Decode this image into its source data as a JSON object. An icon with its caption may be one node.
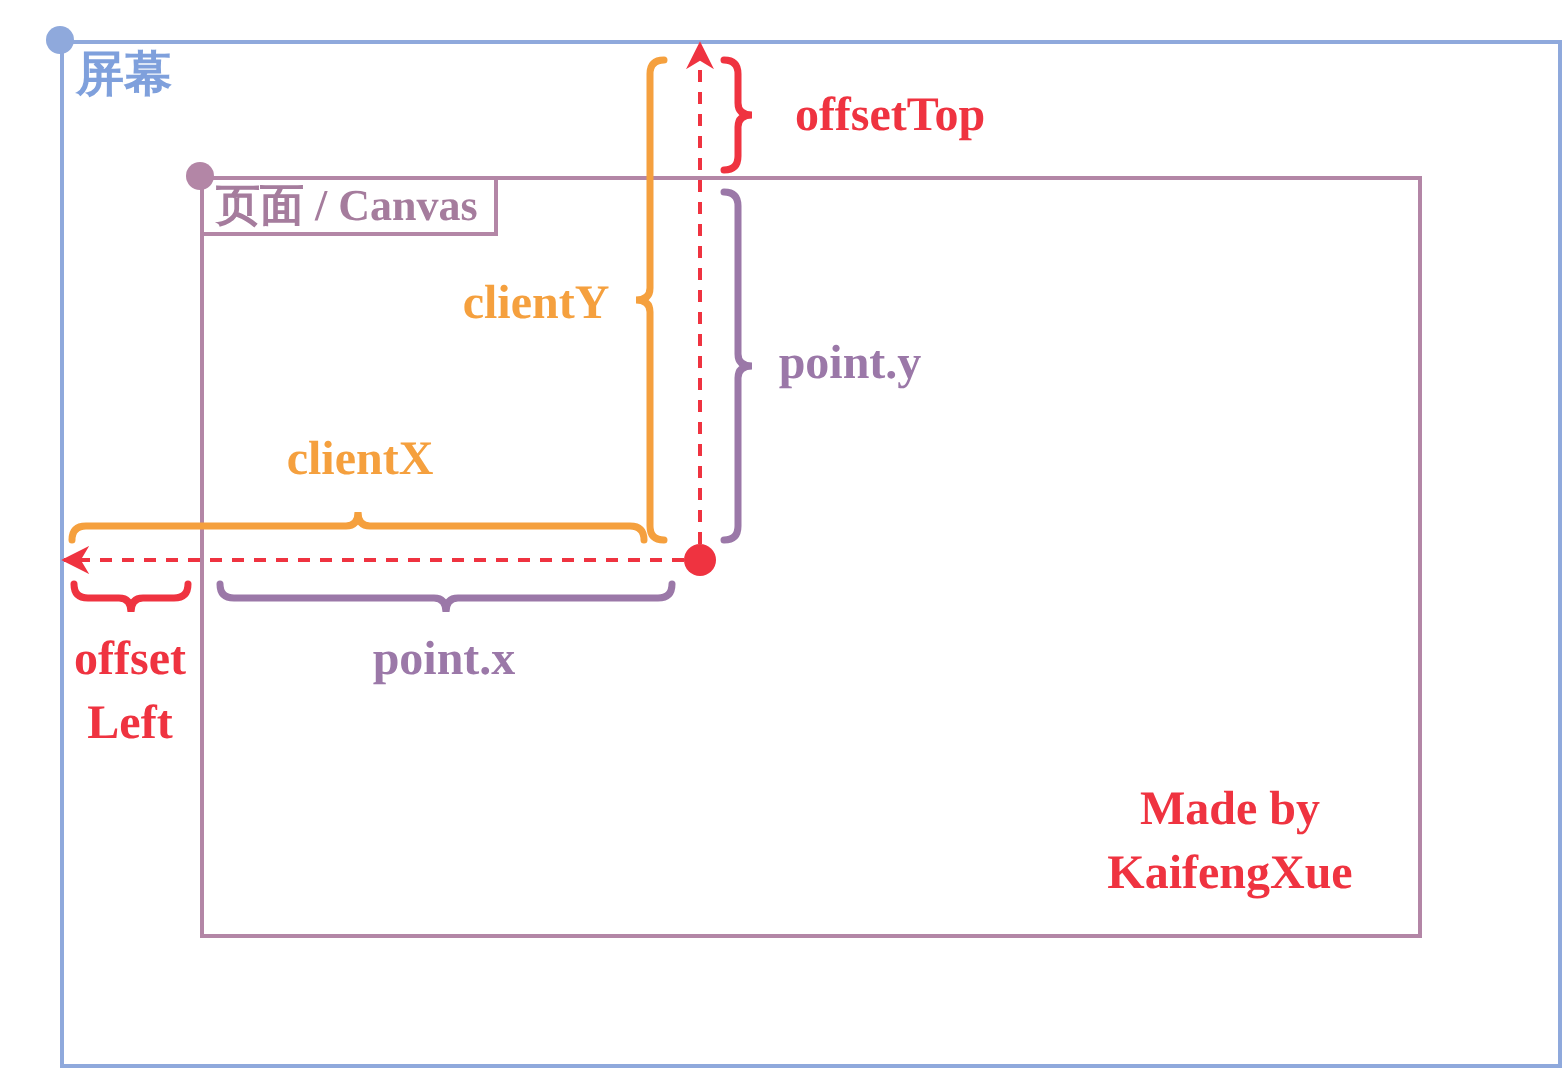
{
  "diagram": {
    "nodes": [
      {
        "text": [
          "屏幕"
        ]
      },
      {
        "text": [
          "页面 / Canvas"
        ],
        "in": 0
      },
      {
        "text": [],
        "shape": "circle",
        "in": 1
      }
    ],
    "edges": [
      {
        "from": 2,
        "to": 0,
        "arrow": "to",
        "style": "dashed"
      },
      {
        "from": 2,
        "to": 0,
        "arrow": "to",
        "style": "dashed"
      }
    ],
    "labels": [
      "offsetTop",
      "clientY",
      "point.y",
      "clientX",
      "offset Left",
      "point.x",
      "Made by KaifengXue"
    ]
  }
}
